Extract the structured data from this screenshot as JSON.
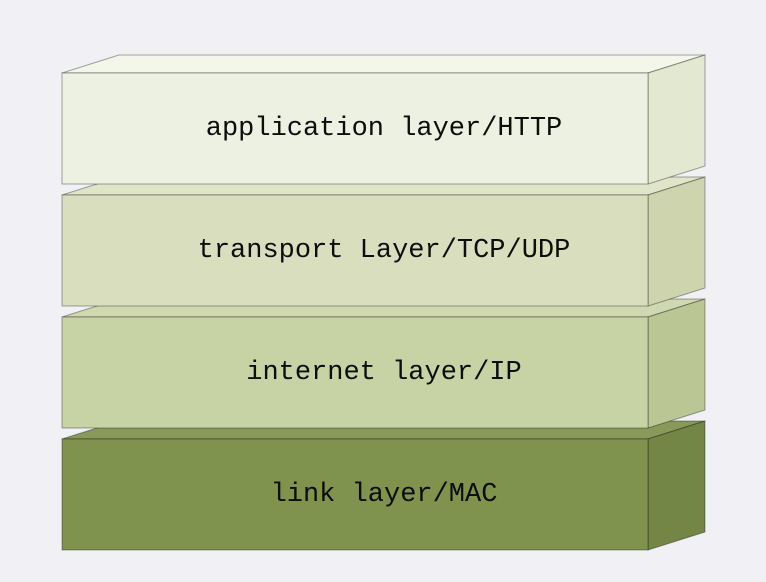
{
  "diagram": {
    "title": "tcp-ip-protocol-stack",
    "background": "#f1f0f5",
    "text_color": "#0d0d0d",
    "stack": {
      "layers": [
        {
          "id": "application",
          "label": "application layer/HTTP",
          "front": "#edf1e1",
          "top": "#f3f6e9",
          "side": "#e3e8d1"
        },
        {
          "id": "transport",
          "label": "transport Layer/TCP/UDP",
          "front": "#d9dfbe",
          "top": "#e0e5c9",
          "side": "#cdd4ae"
        },
        {
          "id": "internet",
          "label": "internet layer/IP",
          "front": "#c7d2a5",
          "top": "#cfd8b1",
          "side": "#bac794"
        },
        {
          "id": "link",
          "label": "link layer/MAC",
          "front": "#7f934f",
          "top": "#879a59",
          "side": "#738645"
        }
      ]
    }
  }
}
